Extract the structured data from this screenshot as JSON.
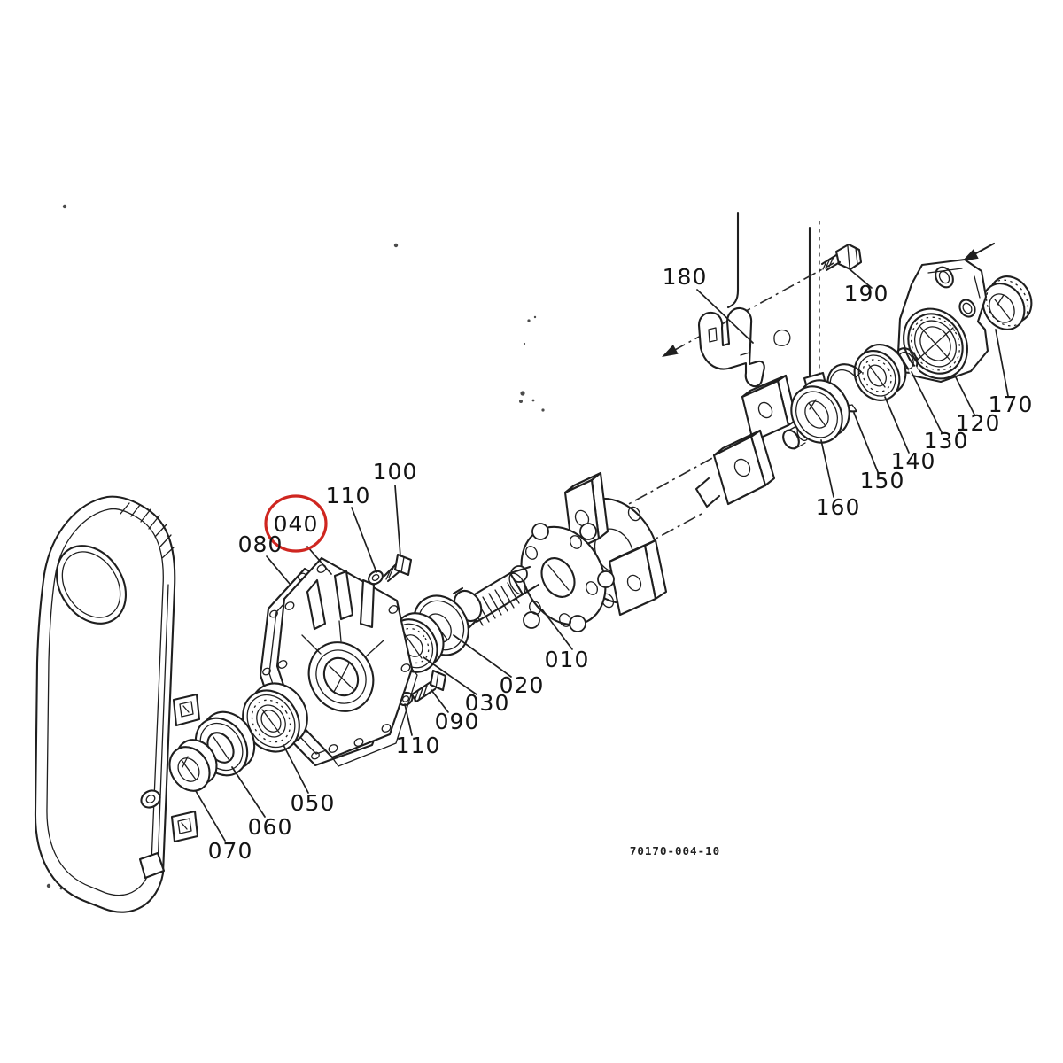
{
  "figure": {
    "type": "exploded-parts-diagram",
    "drawing_number": "70170-004-10",
    "ink_color": "#1f1f1f",
    "highlight": {
      "part": "040",
      "color": "#cf2620"
    },
    "labels": {
      "p010": "010",
      "p020": "020",
      "p030": "030",
      "p040": "040",
      "p050": "050",
      "p060": "060",
      "p070": "070",
      "p080": "080",
      "p090": "090",
      "p100": "100",
      "p110a": "110",
      "p110b": "110",
      "p120": "120",
      "p130": "130",
      "p140": "140",
      "p150": "150",
      "p160": "160",
      "p170": "170",
      "p180": "180",
      "p190": "190"
    }
  }
}
